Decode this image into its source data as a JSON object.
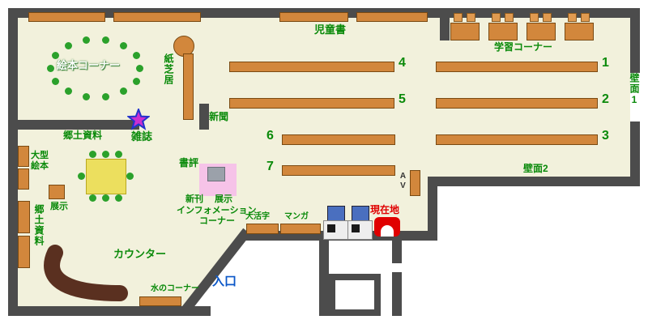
{
  "map": {
    "areas": {
      "picture_book_corner": "絵本コーナー",
      "children_books": "児童書",
      "study_corner": "学習コーナー",
      "kamishibai": "紙芝居",
      "newspaper": "新聞",
      "magazine": "雑誌",
      "local_materials_upper": "郷土資料",
      "local_materials_left": "郷土資料",
      "large_picture_books_line1": "大型",
      "large_picture_books_line2": "絵本",
      "exhibit": "展示",
      "book_review": "書評",
      "new_arrivals": "新刊",
      "new_arrivals_exhibit": "展示",
      "information_line1": "インフォメーション",
      "information_line2": "コーナー",
      "large_print": "大活字",
      "manga": "マンガ",
      "av": "AV",
      "counter": "カウンター",
      "water_corner": "水のコーナー",
      "entrance": "入口",
      "current_location": "現在地",
      "wall1": "壁面1",
      "wall2": "壁面2"
    },
    "shelves": {
      "s1": "1",
      "s2": "2",
      "s3": "3",
      "s4": "4",
      "s5": "5",
      "s6": "6",
      "s7": "7"
    },
    "colors": {
      "floor": "#f2f1dc",
      "wall": "#4c4c4c",
      "shelf": "#d2873c",
      "shelf_border": "#7a4a12",
      "label_green": "#0a8a0a",
      "entrance_blue": "#0b57c8",
      "current_red": "#e00000",
      "table_yellow": "#ecdf5e",
      "exhibit_pink": "#f6c3e8",
      "seat_green": "#2ba12b"
    }
  }
}
